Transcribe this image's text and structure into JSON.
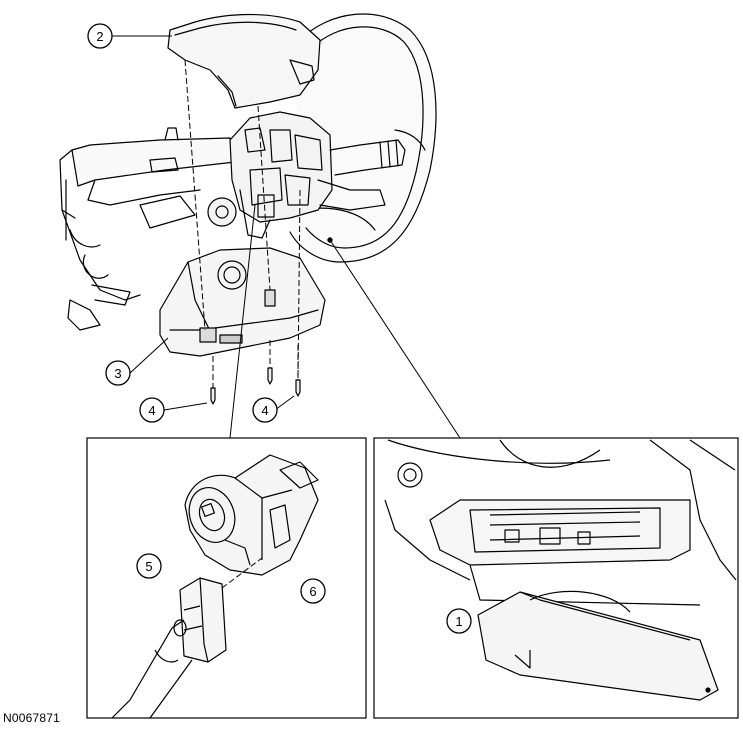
{
  "figure": {
    "id": "N0067871",
    "callouts": [
      {
        "name": "callout-2-steering-column-upper-shroud",
        "label": "2"
      },
      {
        "name": "callout-3-steering-column-lower-shroud",
        "label": "3"
      },
      {
        "name": "callout-4-screw-left",
        "label": "4"
      },
      {
        "name": "callout-4-screw-right",
        "label": "4"
      },
      {
        "name": "callout-5-electrical-connector",
        "label": "5"
      },
      {
        "name": "callout-6-ignition-switch",
        "label": "6"
      },
      {
        "name": "callout-1-instrument-panel-lower-trim",
        "label": "1"
      }
    ]
  },
  "colors": {
    "line": "#000000",
    "background": "#ffffff",
    "fill": "#f4f4f4"
  }
}
